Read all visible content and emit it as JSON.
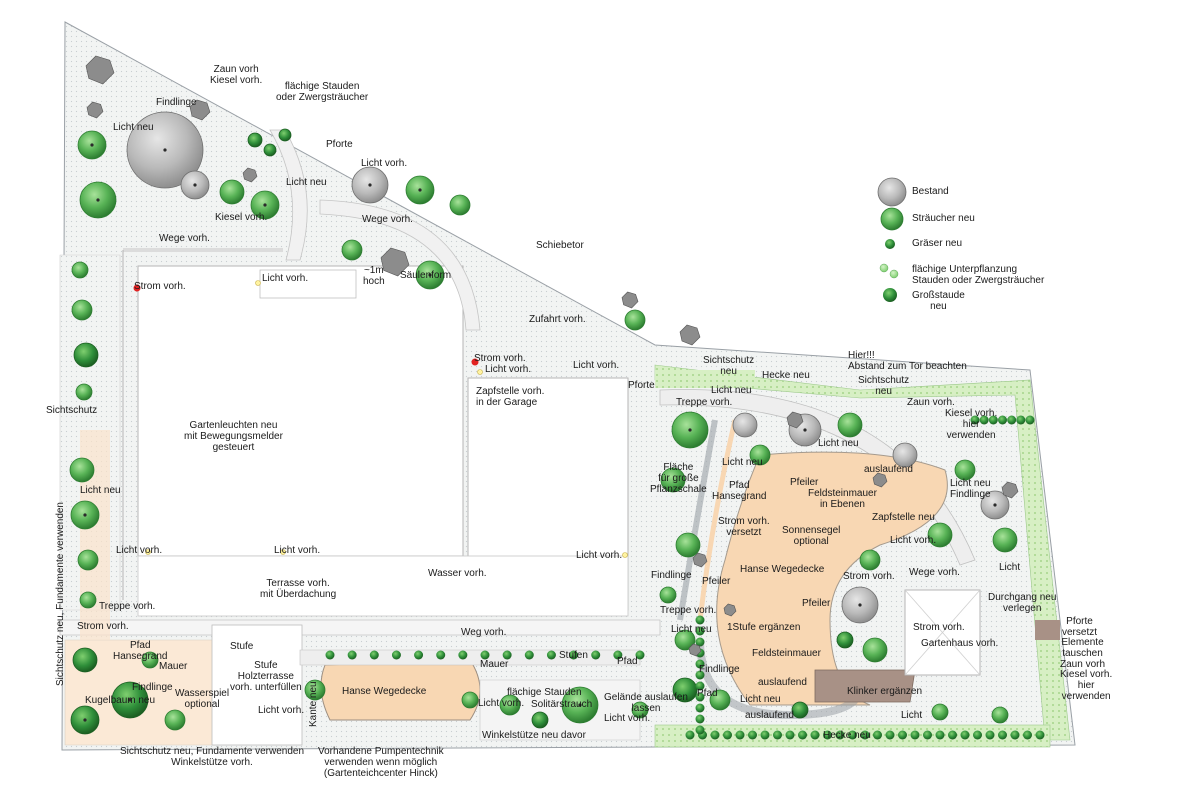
{
  "legend": [
    {
      "id": "bestand",
      "text": "Bestand",
      "icon": "existing-tree-icon",
      "color": "#b9b9b9"
    },
    {
      "id": "straeucher",
      "text": "Sträucher neu",
      "icon": "shrub-icon",
      "color": "#57b557"
    },
    {
      "id": "graeser",
      "text": "Gräser neu",
      "icon": "grass-icon",
      "color": "#2f8f3a"
    },
    {
      "id": "unterpflanzung",
      "text": "flächige Unterpflanzung\nStauden oder Zwergsträucher",
      "icon": "groundcover-icon",
      "color": "#7fcf6f"
    },
    {
      "id": "grossstaude",
      "text": "Großstaude\nneu",
      "icon": "perennial-icon",
      "color": "#3a9a3a"
    }
  ],
  "labels": {
    "zaun_kiesel": "Zaun vorh\nKiesel vorh.",
    "flaechige_stauden_top": "flächige Stauden\noder Zwergsträucher",
    "findlinge_top": "Findlinge",
    "licht_neu_tl": "Licht neu",
    "pforte_top": "Pforte",
    "licht_vorh_top": "Licht vorh.",
    "licht_neu_top": "Licht neu",
    "kiesel_vorh": "Kiesel vorh.",
    "wege_vorh_top": "Wege vorh.",
    "wege_vorh_left": "Wege vorh.",
    "schiebetor": "Schiebetor",
    "saeulenform": "Säulenform",
    "hoch_1m": "~1m\nhoch",
    "strom_vorh_left": "Strom vorh.",
    "licht_vorh_house": "Licht vorh.",
    "zufahrt_vorh": "Zufahrt vorh.",
    "strom_vorh_center": "Strom vorh.",
    "licht_vorh_center": "Licht vorh.",
    "licht_vorh_garage": "Licht vorh.",
    "zapfstelle_garage": "Zapfstelle vorh.\nin der Garage",
    "pforte_mid": "Pforte",
    "sichtschutz_neu_top": "Sichtschutz\nneu",
    "hecke_neu_top": "Hecke neu",
    "hier": "Hier!!!\nAbstand zum Tor beachten",
    "sichtschutz_neu_right": "Sichtschutz\nneu",
    "zaun_vorh_right": "Zaun vorh.",
    "kiesel_vorh_right": "Kiesel vorh.\nhier\nverwenden",
    "licht_neu_mid": "Licht neu",
    "treppe_vorh_mid": "Treppe vorh.",
    "sichtschutz_left": "Sichtschutz",
    "gartenleuchten": "Gartenleuchten neu\nmit Bewegungsmelder\ngesteuert",
    "licht_neu_left": "Licht neu",
    "sichtschutz_vert": "Sichtschutz neu, Fundamente verwenden",
    "licht_vorh_terr1": "Licht vorh.",
    "licht_vorh_terr2": "Licht vorh.",
    "licht_vorh_terr3": "Licht vorh.",
    "terrasse": "Terrasse vorh.\nmit Überdachung",
    "wasser_vorh": "Wasser vorh.",
    "flaeche_pflanzschale": "Fläche\nfür große\nPflanzschale",
    "licht_neu_pfad": "Licht neu",
    "pfad_hansegrand_right": "Pfad\nHansegrand",
    "licht_neu_right_top": "Licht neu",
    "auslaufend_top": "auslaufend",
    "pfeiler_top": "Pfeiler",
    "feldsteinmauer_ebenen": "Feldsteinmauer\nin Ebenen",
    "licht_neu_findlinge": "Licht neu\nFindlinge",
    "strom_vorh_versetzt": "Strom vorh.\nversetzt",
    "sonnensegel": "Sonnensegel\noptional",
    "zapfstelle_neu": "Zapfstelle neu",
    "licht_vorh_right": "Licht vorh.",
    "licht_right": "Licht",
    "findlinge_mid": "Findlinge",
    "hanse_wegedecke_right": "Hanse Wegedecke",
    "strom_vorh_right": "Strom vorh.",
    "wege_vorh_right": "Wege vorh.",
    "pfeiler_left": "Pfeiler",
    "pfeiler_right": "Pfeiler",
    "durchgang": "Durchgang neu\nverlegen",
    "pforte_versetzt": "Pforte\nversetzt",
    "elemente_tauschen": "Elemente\ntauschen\nZaun vorh",
    "kiesel_vorh_br": "Kiesel vorh.\nhier\nverwenden",
    "treppe_vorh_bottom": "Treppe vorh.",
    "stufe_ergaenzen": "1Stufe ergänzen",
    "licht_neu_bottom": "Licht neu",
    "strom_vorh_gartenhaus": "Strom vorh.",
    "gartenhaus": "Gartenhaus vorh.",
    "feldsteinmauer": "Feldsteinmauer",
    "findlinge_bottom": "Findlinge",
    "auslaufend_mid": "auslaufend",
    "klinker": "Klinker ergänzen",
    "licht_neu_low": "Licht neu",
    "auslaufend_bottom": "auslaufend",
    "licht_bottom": "Licht",
    "hecke_neu_bottom": "Hecke neu",
    "treppe_vorh_left": "Treppe vorh.",
    "strom_vorh_bl": "Strom vorh.",
    "pfad_hansegrand_left": "Pfad\nHansegrand",
    "mauer_left": "Mauer",
    "kugelbaum": "Kugelbaum neu",
    "findlinge_left": "Findlinge",
    "wasserspiel": "Wasserspiel\noptional",
    "stufe_1": "Stufe",
    "stufe_holz": "Stufe\nHolzterrasse\nvorh. unterfüllen",
    "weg_vorh": "Weg vorh.",
    "mauer_center": "Mauer",
    "stufen": "Stufen",
    "pfad_center": "Pfad",
    "pfad_low": "Pfad",
    "hanse_wegedecke_left": "Hanse Wegedecke",
    "kante_neu": "Kante neu",
    "licht_vorh_bl": "Licht vorh.",
    "flaechige_stauden_bottom": "flächige Stauden",
    "solitaerstrauch": "Solitärstrauch",
    "gelaende": "Gelände auslaufen\nlassen",
    "licht_vorh_bc1": "Licht vorh.",
    "licht_vorh_bc2": "Licht vorh.",
    "winkelstuetze_neu": "Winkelstütze neu davor",
    "sichtschutz_bottom": "Sichtschutz neu, Fundamente verwenden\nWinkelstütze vorh.",
    "pumpentechnik": "Vorhandene Pumpentechnik\nverwenden wenn möglich\n(Gartenteichcenter Hinck)"
  }
}
